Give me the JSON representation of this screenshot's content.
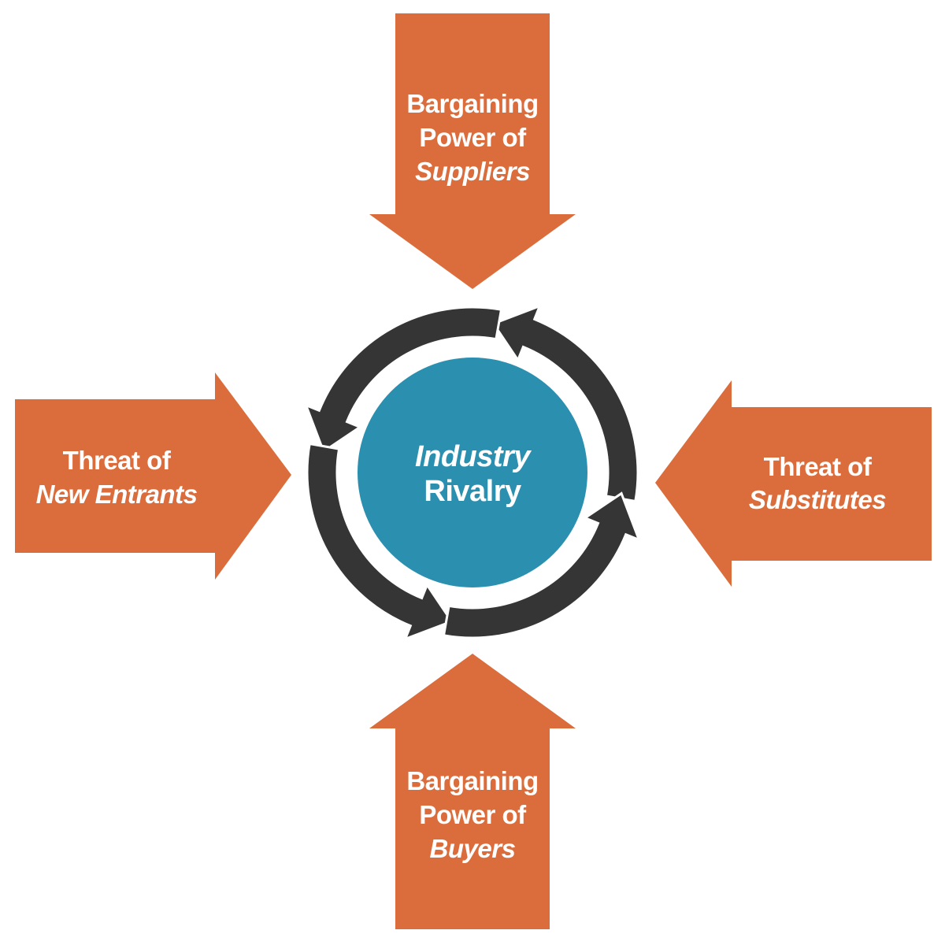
{
  "colors": {
    "force_arrow": "#DB6C3B",
    "center_circle": "#2B90B0",
    "cycle_ring": "#353535",
    "text": "#FFFFFF"
  },
  "center": {
    "line1": "Industry",
    "line2": "Rivalry"
  },
  "forces": {
    "top": {
      "line1": "Bargaining",
      "line2": "Power of",
      "line3": "Suppliers"
    },
    "bottom": {
      "line1": "Bargaining",
      "line2": "Power of",
      "line3": "Buyers"
    },
    "left": {
      "line1": "Threat of",
      "line2": "New Entrants"
    },
    "right": {
      "line1": "Threat of",
      "line2": "Substitutes"
    }
  }
}
